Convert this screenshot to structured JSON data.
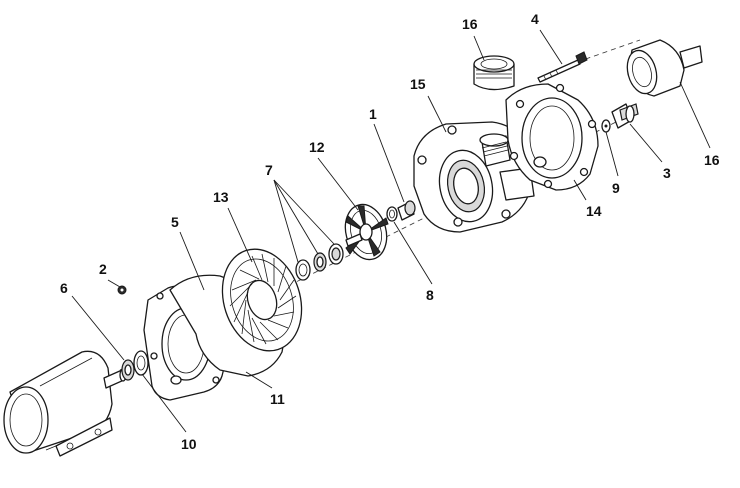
{
  "callouts": [
    {
      "id": "part-1",
      "text": "1"
    },
    {
      "id": "part-2",
      "text": "2"
    },
    {
      "id": "part-3",
      "text": "3"
    },
    {
      "id": "part-4",
      "text": "4"
    },
    {
      "id": "part-5",
      "text": "5"
    },
    {
      "id": "part-6",
      "text": "6"
    },
    {
      "id": "part-7",
      "text": "7"
    },
    {
      "id": "part-8",
      "text": "8"
    },
    {
      "id": "part-9",
      "text": "9"
    },
    {
      "id": "part-10",
      "text": "10"
    },
    {
      "id": "part-11",
      "text": "11"
    },
    {
      "id": "part-12",
      "text": "12"
    },
    {
      "id": "part-13",
      "text": "13"
    },
    {
      "id": "part-14",
      "text": "14"
    },
    {
      "id": "part-15",
      "text": "15"
    },
    {
      "id": "part-16-top",
      "text": "16"
    },
    {
      "id": "part-16-right",
      "text": "16"
    }
  ]
}
